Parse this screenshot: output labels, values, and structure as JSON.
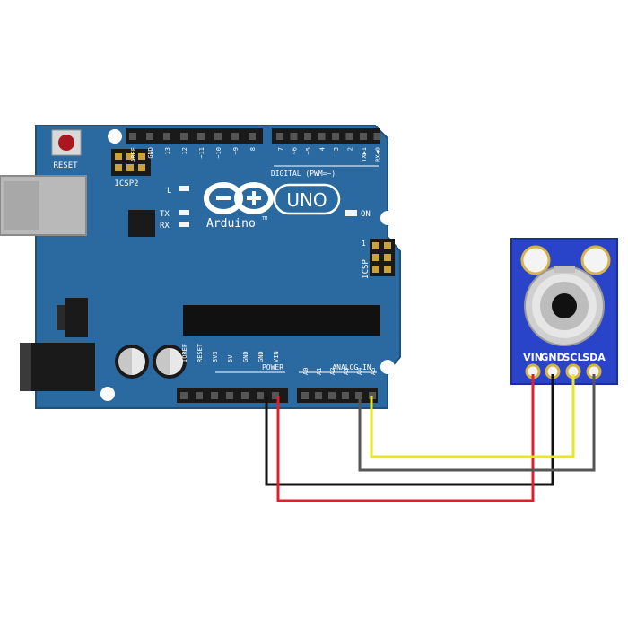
{
  "board": {
    "reset_label": "RESET",
    "icsp2_label": "ICSP2",
    "icsp_label": "ICSP",
    "icsp_pin1": "1",
    "led_l": "L",
    "led_tx": "TX",
    "led_rx": "RX",
    "on_label": "ON",
    "brand": "Arduino",
    "tm": "TM",
    "model": "UNO",
    "digital_label": "DIGITAL (PWM=~)",
    "power_label": "POWER",
    "analog_label": "ANALOG IN",
    "top_left_pins": [
      "AREF",
      "GND",
      "13",
      "12",
      "~11",
      "~10",
      "~9",
      "8"
    ],
    "top_right_pins": [
      "7",
      "~6",
      "~5",
      "4",
      "~3",
      "2",
      "TX▶1",
      "RX◀0"
    ],
    "power_pins": [
      "IOREF",
      "RESET",
      "3V3",
      "5V",
      "GND",
      "GND",
      "VIN"
    ],
    "analog_pins": [
      "A0",
      "A1",
      "A2",
      "A3",
      "A4",
      "A5"
    ]
  },
  "sensor": {
    "pins": [
      "VIN",
      "GND",
      "SCL",
      "SDA"
    ]
  },
  "colors": {
    "board": "#2b6aa0",
    "board_dark": "#1f4f7a",
    "sensor": "#2a44c9",
    "wire_red": "#e0202a",
    "wire_black": "#111111",
    "wire_gray": "#555555",
    "wire_yellow": "#e6e62a"
  }
}
